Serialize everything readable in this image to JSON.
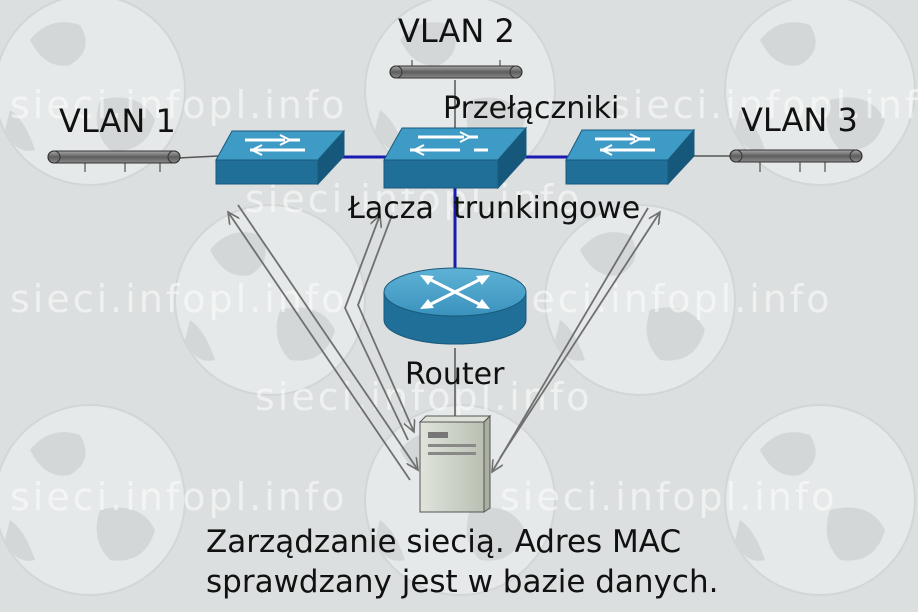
{
  "watermark": {
    "text": "sieci.infopl.info"
  },
  "labels": {
    "vlan1": "VLAN 1",
    "vlan2": "VLAN 2",
    "vlan3": "VLAN 3",
    "switches": "Przełączniki",
    "trunk": "Łacza  trunkingowe",
    "router": "Router",
    "caption_line1": "Zarządzanie siecią. Adres MAC",
    "caption_line2": "sprawdzany jest w bazie danych."
  },
  "colors": {
    "background": "#dcdfdf",
    "switch_top": "#3e9bc6",
    "switch_front": "#1f6f98",
    "switch_side": "#15587c",
    "trunk_link": "#1a1ab0",
    "segment_link": "#555555",
    "arrow": "#707070",
    "server": "#c9cfc4"
  },
  "icons": [
    "switch-icon",
    "router-icon",
    "server-icon",
    "ethernet-segment-icon",
    "globe-icon"
  ]
}
